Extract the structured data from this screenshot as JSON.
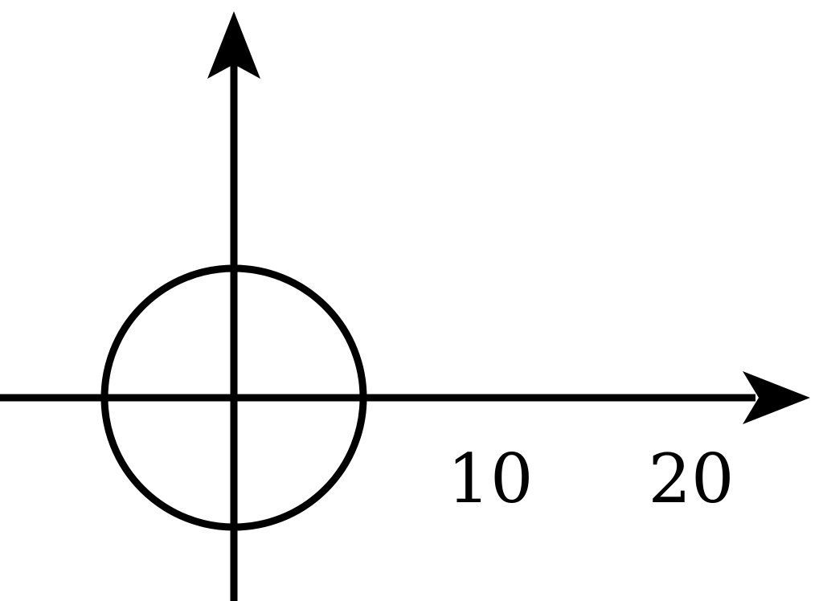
{
  "diagram": {
    "type": "coordinate-plane-with-circle",
    "x_axis_labels": [
      "10",
      "20"
    ],
    "circle": {
      "center": [
        0,
        0
      ],
      "radius": 5
    },
    "stroke_color": "#000000",
    "background_color": "#ffffff"
  }
}
